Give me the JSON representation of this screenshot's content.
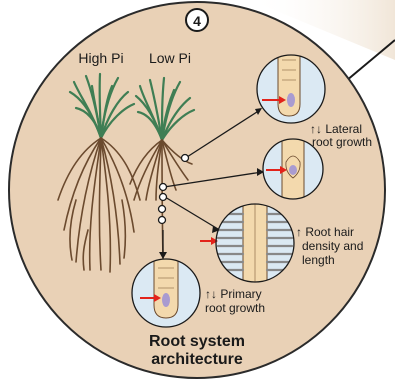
{
  "figure": {
    "panel_number": "4",
    "title_line1": "Root system",
    "title_line2": "architecture",
    "plants": [
      {
        "label": "High Pi"
      },
      {
        "label": "Low Pi"
      }
    ],
    "callouts": {
      "lateral": [
        "↑↓ Lateral",
        "root growth"
      ],
      "root_hair": [
        "↑ Root hair",
        "density and",
        "length"
      ],
      "primary": [
        "↑↓ Primary",
        "root growth"
      ]
    }
  },
  "colors": {
    "circle_fill": "#e9d1b6",
    "circle_stroke": "#2b2b2b",
    "inset_fill": "#dbe9f3",
    "root_fill": "#f3d9ad",
    "nucleus": "#a99bd0",
    "arrow": "#e2231a",
    "leaf": "#3f7e54",
    "root_line": "#6b4a2e"
  }
}
